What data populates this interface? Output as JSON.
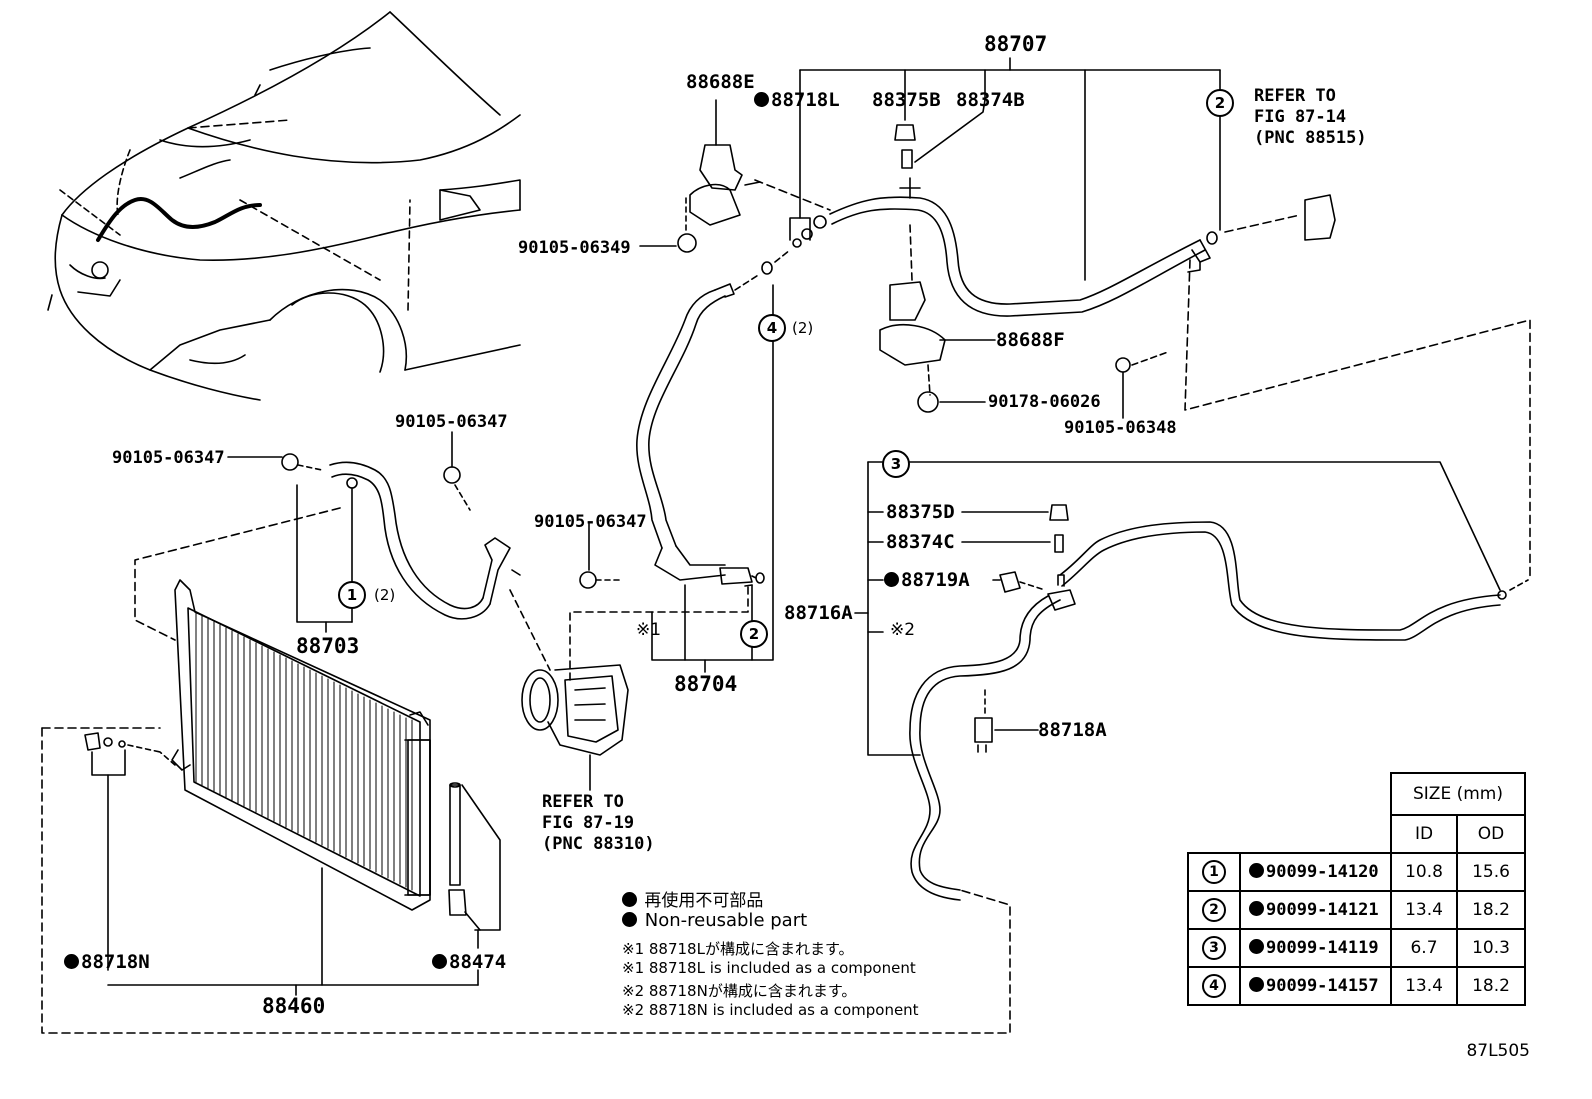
{
  "labels": {
    "p88707": "88707",
    "p88688E": "88688E",
    "p88718L": "88718L",
    "p88375B": "88375B",
    "p88374B": "88374B",
    "p88688F": "88688F",
    "p90178_06026": "90178-06026",
    "p90105_06348": "90105-06348",
    "p90105_06349": "90105-06349",
    "p90105_06347_a": "90105-06347",
    "p90105_06347_b": "90105-06347",
    "p90105_06347_c": "90105-06347",
    "p88703": "88703",
    "p88704": "88704",
    "p88716A": "88716A",
    "p88375D": "88375D",
    "p88374C": "88374C",
    "p88719A": "88719A",
    "p88718A": "88718A",
    "p88460": "88460",
    "p88718N": "88718N",
    "p88474": "88474"
  },
  "circles": {
    "c2_top": "2",
    "c4": "4",
    "c4_qty": "(2)",
    "c1": "1",
    "c1_qty": "(2)",
    "c2_mid": "2",
    "c3": "3"
  },
  "marks": {
    "kome1": "※1",
    "kome2": "※2"
  },
  "refer_top": "REFER TO\nFIG 87-14\n(PNC 88515)",
  "refer_bottom": "REFER TO\nFIG 87-19\n(PNC 88310)",
  "notes": {
    "jp_nonreusable": "再使用不可部品",
    "en_nonreusable": "Non-reusable part",
    "jp_note1": "※1 88718Lが構成に含まれます。",
    "en_note1": "※1 88718L is included as a component",
    "jp_note2": "※2 88718Nが構成に含まれます。",
    "en_note2": "※2 88718N is included as a component"
  },
  "size_table": {
    "title": "SIZE (mm)",
    "col_id": "ID",
    "col_od": "OD",
    "rows": [
      {
        "num": "1",
        "part": "90099-14120",
        "id": "10.8",
        "od": "15.6"
      },
      {
        "num": "2",
        "part": "90099-14121",
        "id": "13.4",
        "od": "18.2"
      },
      {
        "num": "3",
        "part": "90099-14119",
        "id": "6.7",
        "od": "10.3"
      },
      {
        "num": "4",
        "part": "90099-14157",
        "id": "13.4",
        "od": "18.2"
      }
    ]
  },
  "figure_code": "87L505"
}
